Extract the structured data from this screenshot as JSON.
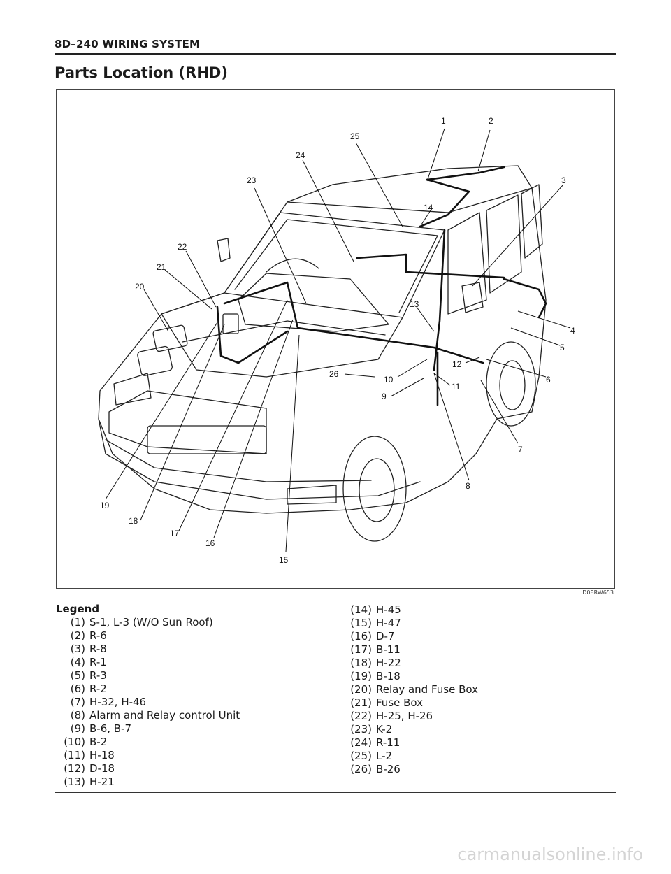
{
  "header": {
    "text": "8D–240 WIRING SYSTEM"
  },
  "title": "Parts Location (RHD)",
  "figure": {
    "code": "D08RW653",
    "callouts": [
      "1",
      "2",
      "3",
      "4",
      "5",
      "6",
      "7",
      "8",
      "9",
      "10",
      "11",
      "12",
      "13",
      "14",
      "15",
      "16",
      "17",
      "18",
      "19",
      "20",
      "21",
      "22",
      "23",
      "24",
      "25",
      "26"
    ]
  },
  "legend": {
    "title": "Legend",
    "left": [
      {
        "num": "(1)",
        "text": "S-1, L-3 (W/O Sun Roof)"
      },
      {
        "num": "(2)",
        "text": "R-6"
      },
      {
        "num": "(3)",
        "text": "R-8"
      },
      {
        "num": "(4)",
        "text": "R-1"
      },
      {
        "num": "(5)",
        "text": "R-3"
      },
      {
        "num": "(6)",
        "text": "R-2"
      },
      {
        "num": "(7)",
        "text": "H-32, H-46"
      },
      {
        "num": "(8)",
        "text": "Alarm and Relay control Unit"
      },
      {
        "num": "(9)",
        "text": "B-6, B-7"
      },
      {
        "num": "(10)",
        "text": "B-2"
      },
      {
        "num": "(11)",
        "text": "H-18"
      },
      {
        "num": "(12)",
        "text": "D-18"
      },
      {
        "num": "(13)",
        "text": "H-21"
      }
    ],
    "right": [
      {
        "num": "(14)",
        "text": "H-45"
      },
      {
        "num": "(15)",
        "text": "H-47"
      },
      {
        "num": "(16)",
        "text": "D-7"
      },
      {
        "num": "(17)",
        "text": "B-11"
      },
      {
        "num": "(18)",
        "text": "H-22"
      },
      {
        "num": "(19)",
        "text": "B-18"
      },
      {
        "num": "(20)",
        "text": "Relay and Fuse Box"
      },
      {
        "num": "(21)",
        "text": "Fuse Box"
      },
      {
        "num": "(22)",
        "text": "H-25, H-26"
      },
      {
        "num": "(23)",
        "text": "K-2"
      },
      {
        "num": "(24)",
        "text": "R-11"
      },
      {
        "num": "(25)",
        "text": "L-2"
      },
      {
        "num": "(26)",
        "text": "B-26"
      }
    ]
  },
  "watermark": "carmanualsonline.info"
}
